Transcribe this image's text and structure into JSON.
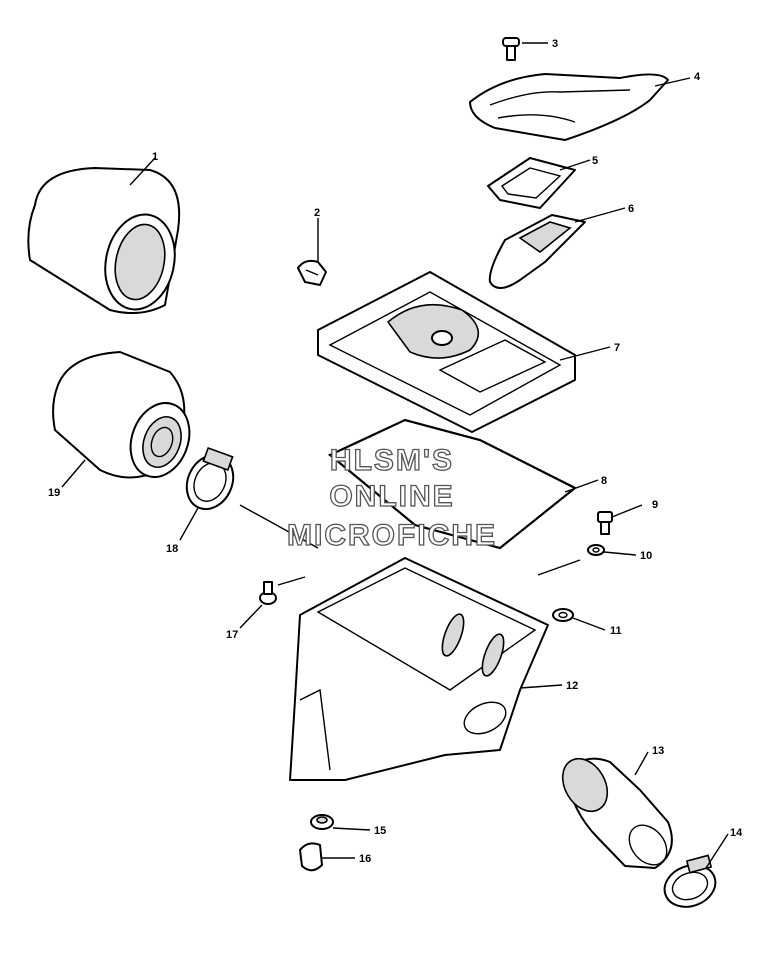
{
  "watermark": {
    "line1": "HLSM'S",
    "line2": "ONLINE",
    "line3": "MICROFICHE"
  },
  "callouts": {
    "c1": "1",
    "c2": "2",
    "c3": "3",
    "c4": "4",
    "c5": "5",
    "c6": "6",
    "c7": "7",
    "c8": "8",
    "c9": "9",
    "c10": "10",
    "c11": "11",
    "c12": "12",
    "c13": "13",
    "c14": "14",
    "c15": "15",
    "c16": "16",
    "c17": "17",
    "c18": "18",
    "c19": "19"
  },
  "colors": {
    "line": "#000000",
    "shade": "#d9d9d9",
    "watermark_outline": "#555555"
  }
}
